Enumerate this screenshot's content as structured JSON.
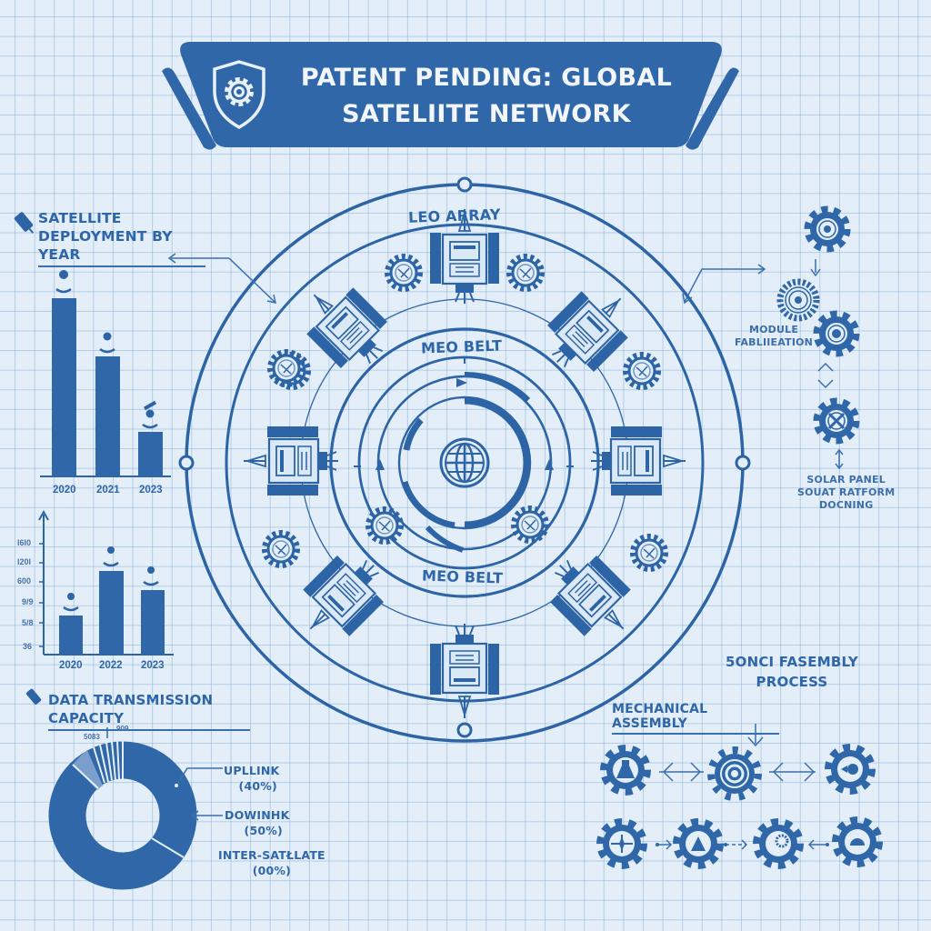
{
  "banner": {
    "icon": "shield-gear-icon",
    "title_line1": "PATENT PENDING: GLOBAL",
    "title_line2": "SATELIITE NETWORK",
    "color": "#2f67a8"
  },
  "colors": {
    "background": "#e3eef8",
    "grid": "#8cb2d6",
    "ink": "#2d64a5",
    "banner_text": "#f2f6fb"
  },
  "orbit_diagram": {
    "leo_label": "LEO ARRAY",
    "meo_label_top": "MEO BELT",
    "meo_label_bottom": "MEO BELT",
    "center_icon": "globe-icon",
    "satellite_count": 8,
    "gear_count": 12
  },
  "deployment_chart": {
    "title_line1": "SATELLITE",
    "title_line2": "DEPLOYMENT BY YEAR",
    "icon": "satellite-icon"
  },
  "capacity_chart": {
    "axis_ticks": [
      "l6l0",
      "l20l",
      "600",
      "9/9",
      "5/8",
      "36"
    ]
  },
  "transmission_chart": {
    "title": "DATA TRANSMISSION CAPACITY",
    "icon": "satellite-icon",
    "small_labels": [
      "5083",
      "909"
    ],
    "legend": [
      {
        "name": "UPLLINK",
        "value": "(40%)"
      },
      {
        "name": "DOWINHK",
        "value": "(50%)"
      },
      {
        "name": "INTER-SATŁLATE",
        "value": "(00%)"
      }
    ]
  },
  "fabrication_flow": {
    "module_label_line1": "MODULE",
    "module_label_line2": "FABLIIEATION",
    "docking_line1": "SOLAR PANEL",
    "docking_line2": "SOUAT RATFORM",
    "docking_line3": "DOCNING"
  },
  "assembly_process": {
    "title_line1": "5ONCI FASEMBLY",
    "title_line2": "PROCESS",
    "subtitle": "MECHANICAL ASSEMBLY",
    "top_row_icons": [
      "flask-gear-icon",
      "target-gear-icon",
      "rocket-gear-icon"
    ],
    "bottom_row_icons": [
      "compass-gear-icon",
      "satellite-dish-gear-icon",
      "cog-gear-icon",
      "dish-gear-icon"
    ]
  },
  "chart_data": [
    {
      "type": "bar",
      "title": "SATELLITE DEPLOYMENT BY YEAR",
      "categories": [
        "2020",
        "2021",
        "2023"
      ],
      "values": [
        100,
        68,
        24
      ],
      "xlabel": "",
      "ylabel": "",
      "grid": true,
      "legend": "none"
    },
    {
      "type": "bar",
      "title": "",
      "categories": [
        "2020",
        "2022",
        "2023"
      ],
      "values": [
        38,
        80,
        62
      ],
      "yticks": [
        "36",
        "5/8",
        "9/9",
        "600",
        "l20l",
        "l6l0"
      ],
      "xlabel": "",
      "ylabel": "",
      "grid": true,
      "legend": "none"
    },
    {
      "type": "pie",
      "title": "DATA TRANSMISSION CAPACITY",
      "donut": true,
      "labels": [
        "UPLLINK",
        "DOWINHK",
        "INTER-SATŁLATE"
      ],
      "values": [
        40,
        50,
        0
      ],
      "value_labels": [
        "(40%)",
        "(50%)",
        "(00%)"
      ],
      "annotations": [
        "5083",
        "909"
      ]
    }
  ]
}
